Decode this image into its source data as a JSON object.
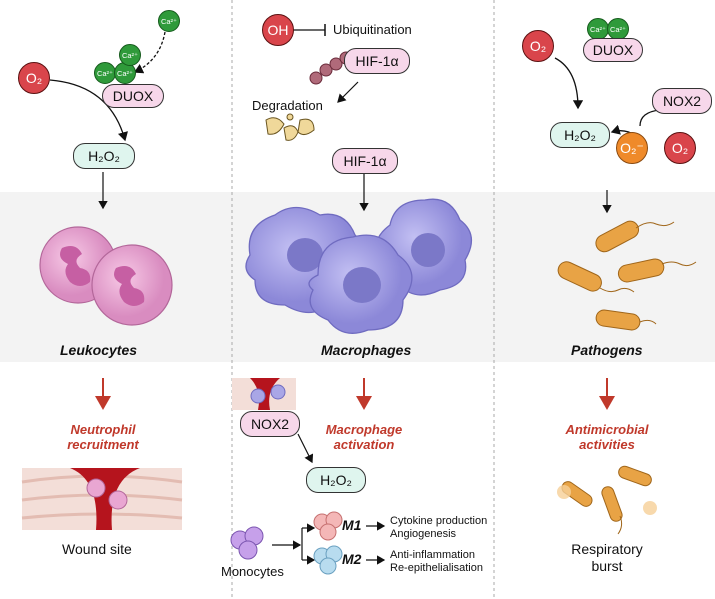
{
  "columns": {
    "left": {
      "o2": "O₂",
      "ca_small": "Ca²⁺",
      "duox": "DUOX",
      "h2o2": "H₂O₂",
      "caption": "Leukocytes",
      "outcome_line1": "Neutrophil",
      "outcome_line2": "recruitment",
      "site": "Wound site"
    },
    "middle": {
      "oh": "OH",
      "ubiquitination": "Ubiquitination",
      "hif_top": "HIF-1α",
      "degradation": "Degradation",
      "hif_mid": "HIF-1α",
      "caption": "Macrophages",
      "outcome_line1": "Macrophage",
      "outcome_line2": "activation",
      "nox2": "NOX2",
      "h2o2": "H₂O₂",
      "m1": "M1",
      "m1_line1": "Cytokine production",
      "m1_line2": "Angiogenesis",
      "m2": "M2",
      "m2_line1": "Anti-inflammation",
      "m2_line2": "Re-epithelialisation",
      "monocytes": "Monocytes"
    },
    "right": {
      "o2": "O₂",
      "duox": "DUOX",
      "nox2": "NOX2",
      "h2o2": "H₂O₂",
      "superoxide": "O₂⁻",
      "o2_right": "O₂",
      "caption": "Pathogens",
      "outcome_line1": "Antimicrobial",
      "outcome_line2": "activities",
      "result_line1": "Respiratory",
      "result_line2": "burst"
    }
  },
  "colors": {
    "accent_red": "#c0392b",
    "pill_pink": "#f7d7ea",
    "pill_mint": "#dff5ee",
    "calcium_green": "#2f9a3a",
    "cell_pink": "#e9a6d2",
    "macrophage_purple": "#a9a6e6",
    "bacteria_orange": "#e8a345"
  },
  "icons": [
    "oxygen-molecule-icon",
    "calcium-ion-icon",
    "leukocyte-icon",
    "macrophage-icon",
    "bacteria-icon",
    "wound-site-icon",
    "monocyte-icon",
    "degradation-fragments-icon"
  ]
}
